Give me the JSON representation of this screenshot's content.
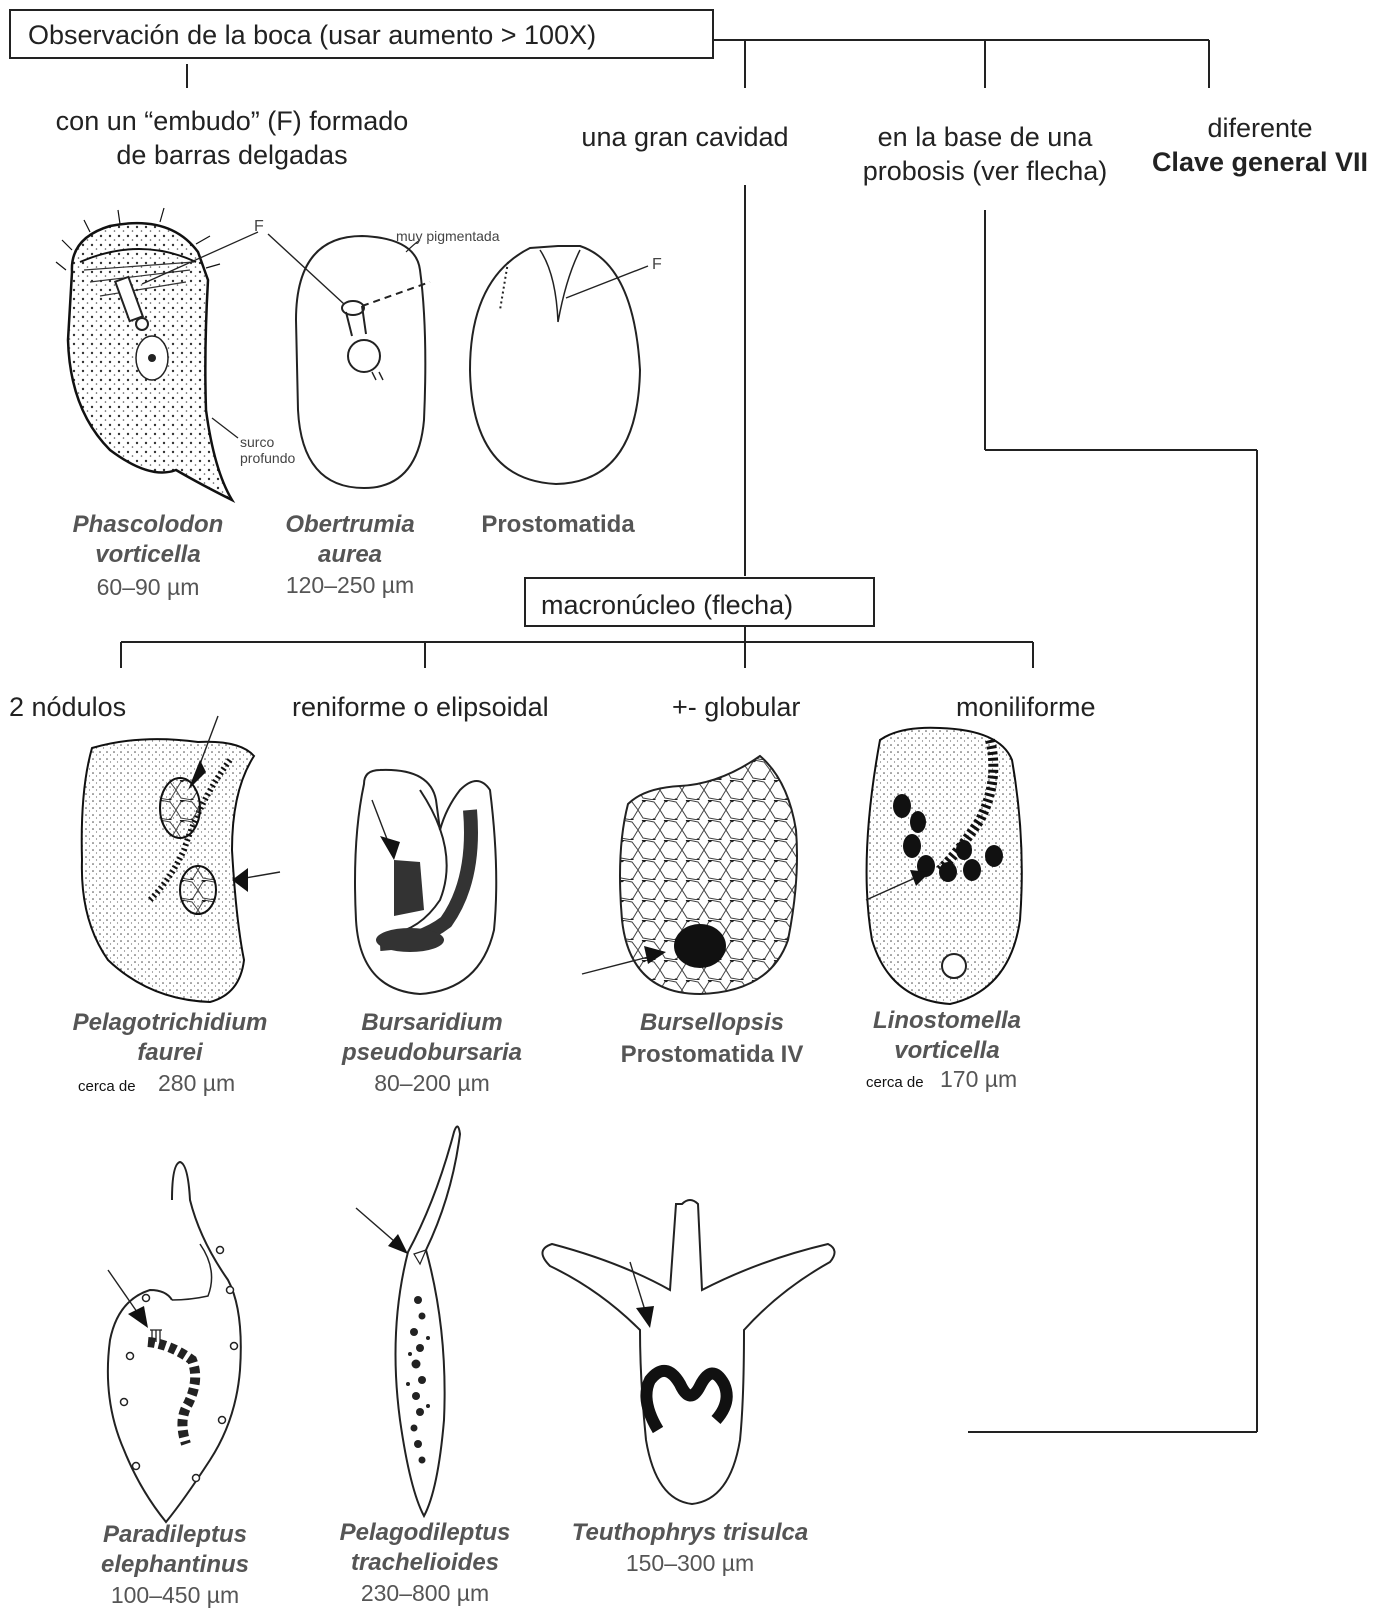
{
  "header": {
    "root_box": "Observación de la boca (usar aumento > 100X)"
  },
  "branches": {
    "embudo_line1": "con un  “embudo” (F) formado",
    "embudo_line2": "de barras delgadas",
    "cavidad": "una gran cavidad",
    "probosis_line1": "en la base de una",
    "probosis_line2": "probosis (ver flecha)",
    "diferente_line1": "diferente",
    "diferente_line2": "Clave general VII"
  },
  "macro": {
    "box": "macronúcleo (flecha)",
    "nodulos": "2 nódulos",
    "reniforme": "reniforme o elipsoidal",
    "globular": "+- globular",
    "moniliforme": "moniliforme"
  },
  "annotations": {
    "F1": "F",
    "F2": "F",
    "pigmentada": "muy pigmentada",
    "surco1": "surco",
    "surco2": "profundo"
  },
  "species": {
    "phascolodon": {
      "line1": "Phascolodon",
      "line2": "vorticella",
      "size": "60–90 µm"
    },
    "obertrumia": {
      "line1": "Obertrumia",
      "line2": "aurea",
      "size": "120–250 µm"
    },
    "prostomatida": {
      "line1": "Prostomatida"
    },
    "pelagotrichidium": {
      "line1": "Pelagotrichidium",
      "line2": "faurei",
      "prefix": "cerca de",
      "size": "280 µm"
    },
    "bursaridium": {
      "line1": "Bursaridium",
      "line2": "pseudobursaria",
      "size": "80–200 µm"
    },
    "bursellopsis": {
      "line1": "Bursellopsis",
      "line2": "Prostomatida IV"
    },
    "linostomella": {
      "line1": "Linostomella",
      "line2": "vorticella",
      "prefix": "cerca de",
      "size": "170 µm"
    },
    "paradileptus": {
      "line1": "Paradileptus",
      "line2": "elephantinus",
      "size": "100–450 µm"
    },
    "pelagodileptus": {
      "line1": "Pelagodileptus",
      "line2": "trachelioides",
      "size": "230–800 µm"
    },
    "teuthophrys": {
      "line1": "Teuthophrys trisulca",
      "size": "150–300 µm"
    }
  }
}
